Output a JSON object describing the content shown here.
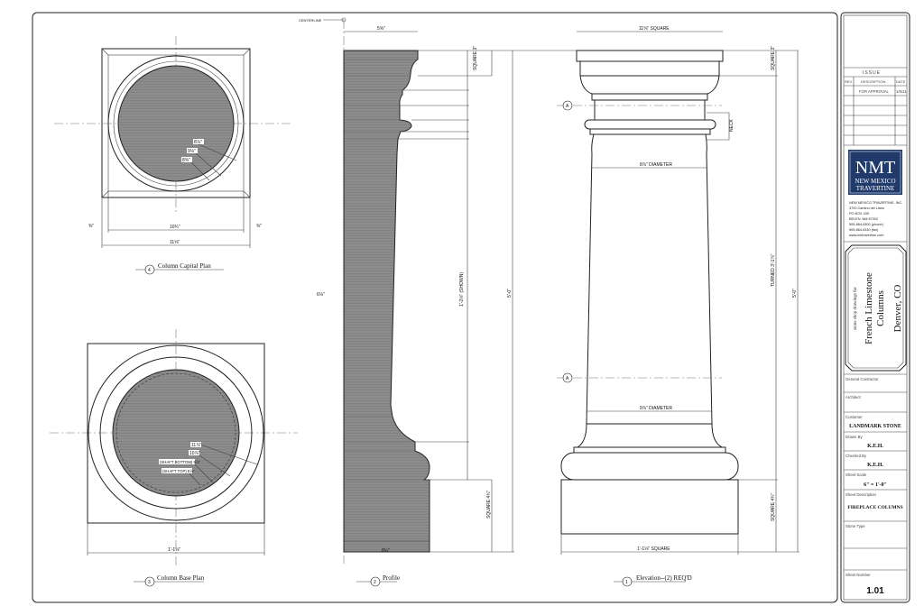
{
  "drawing": {
    "centerline_label": "CENTERLINE",
    "section_marker": "A",
    "capital_plan": {
      "number": "4",
      "title": "Column Capital Plan",
      "dims": [
        "10¾\"",
        "11⅝\"",
        "⅜\"",
        "⅜\""
      ],
      "callouts": [
        "8⅞\"",
        "9⅛\"",
        "8⅝\""
      ]
    },
    "base_plan": {
      "number": "3",
      "title": "Column Base Plan",
      "dims": [
        "1'-1⅛\""
      ],
      "callouts": [
        "11⅞\"",
        "10⅞\"",
        "(SHAFT BOTTOM) 9⅞\"",
        "(SHAFT TOP) 8⅞\""
      ]
    },
    "profile": {
      "number": "2",
      "title": "Profile",
      "dims": [
        "5⅝\"",
        "6⅛\"",
        "8¼\"",
        "1'-2⅛\" (SHOWN)",
        "5'-0\"",
        "SQUARE 3\"",
        "SQUARE 4¾\""
      ]
    },
    "elevation": {
      "number": "1",
      "title": "Elevation--(2) REQ'D",
      "dims": [
        "11⅝\" SQUARE",
        "8⅞\" DIAMETER",
        "9⅞\" DIAMETER",
        "1'-1⅛\" SQUARE",
        "TURNED 3'-1⅞\"",
        "5'-0\"",
        "SQUARE 3\"",
        "SQUARE 4¾\"",
        "NECK"
      ]
    }
  },
  "title_block": {
    "issue_label": "ISSUE",
    "columns": [
      "REV",
      "DESCRIPTION",
      "DATE"
    ],
    "rows": [
      {
        "rev": "",
        "description": "FOR APPROVAL",
        "date": "1/5/11"
      }
    ],
    "logo": {
      "mark": "NMT",
      "line1": "NEW MEXICO",
      "line2": "TRAVERTINE",
      "color": "#1f3a6b"
    },
    "company": [
      "NEW MEXICO TRAVERTINE, INC.",
      "3700 Camino del Llano",
      "PO BOX 439",
      "BELEN, NM 87002",
      "505-864-6300 (phone)",
      "505-864-6330 (fax)",
      "www.nmtravertine.com"
    ],
    "project": {
      "subtitle": "stone shop drawings for",
      "name1": "French Limestone",
      "name2": "Columns",
      "location": "Denver, CO"
    },
    "fields": [
      {
        "label": "General Contractor",
        "value": ""
      },
      {
        "label": "Architect",
        "value": ""
      },
      {
        "label": "Customer",
        "value": "LANDMARK STONE"
      },
      {
        "label": "Drawn By",
        "value": "K.E.H."
      },
      {
        "label": "Checked By",
        "value": "K.E.H."
      },
      {
        "label": "Sheet Scale",
        "value": "6\" = 1'-0\""
      },
      {
        "label": "Sheet Description",
        "value": "FIREPLACE COLUMNS"
      },
      {
        "label": "Stone Type",
        "value": ""
      }
    ],
    "sheet_number_label": "Sheet Number",
    "sheet_number": "1.01"
  }
}
